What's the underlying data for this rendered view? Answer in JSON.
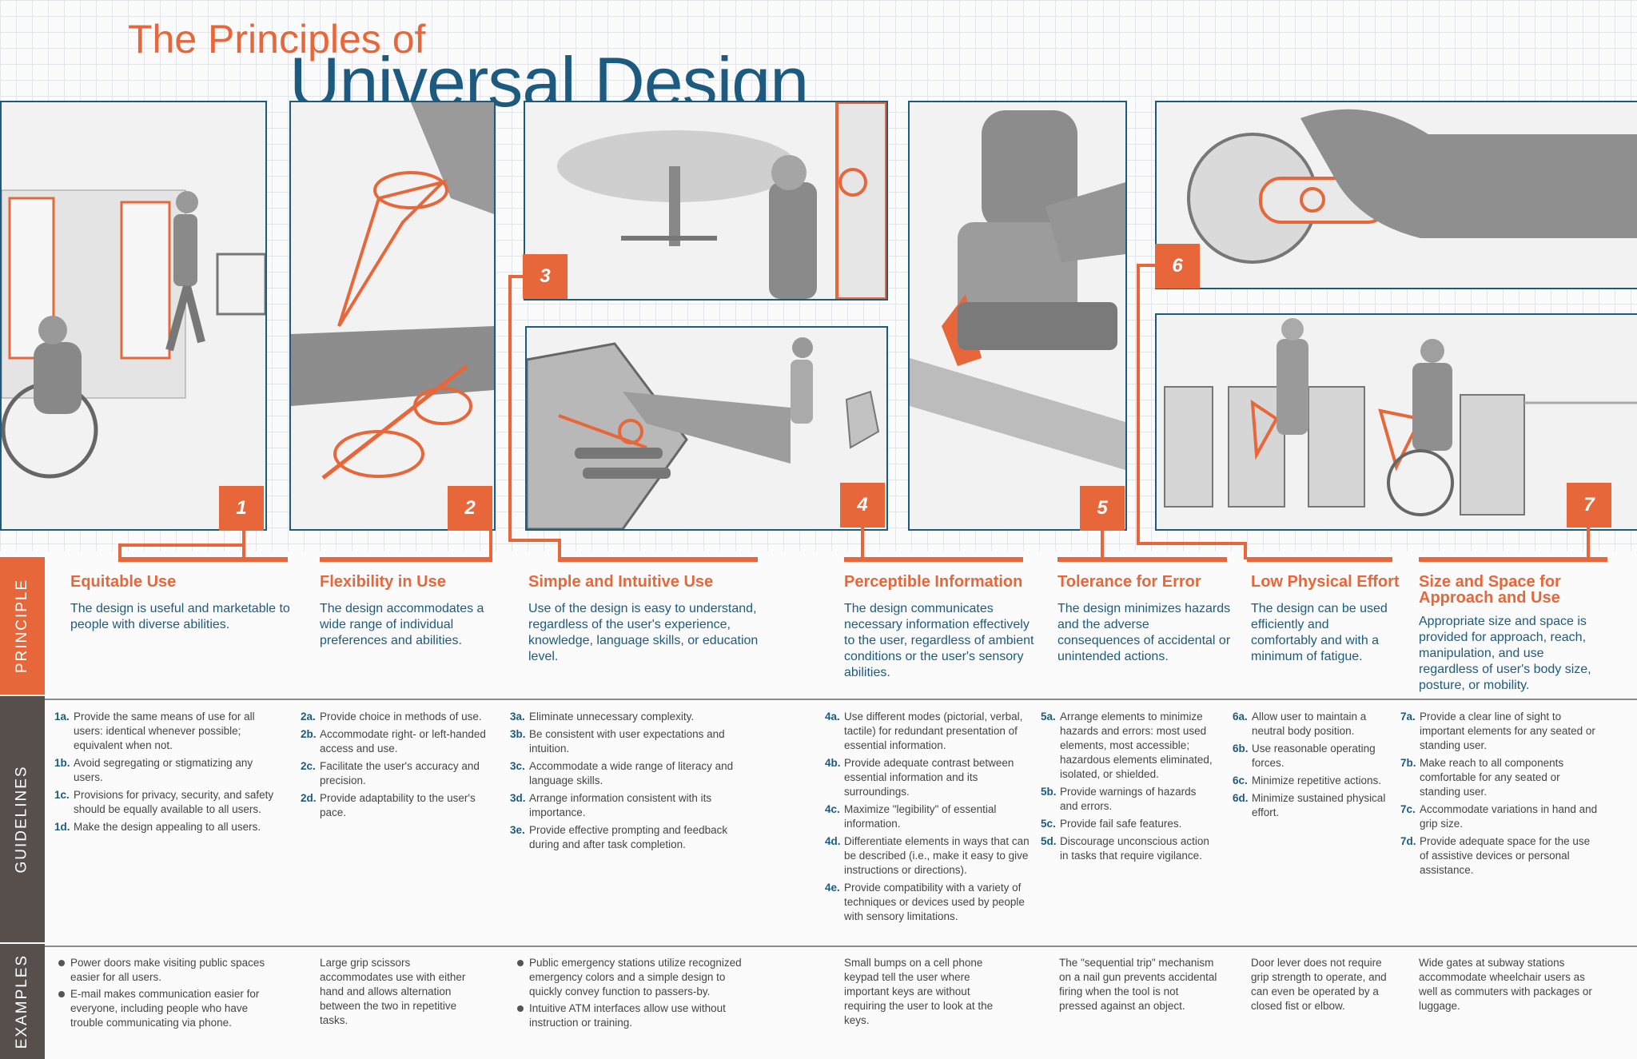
{
  "header": {
    "title_line1": "The Principles of",
    "title_line2": "Universal Design"
  },
  "sidebar": {
    "principle": "PRINCIPLE",
    "guidelines": "GUIDELINES",
    "examples": "EXAMPLES"
  },
  "colors": {
    "accent": "#e8673a",
    "blue": "#1d5a80",
    "sidebar_dark": "#574f4c"
  },
  "principles": [
    {
      "number": "1",
      "title": "Equitable Use",
      "description": "The design is useful and marketable to people with diverse abilities.",
      "guidelines": [
        {
          "key": "1a.",
          "text": "Provide the same means of use for all users: identical whenever possible; equivalent when not."
        },
        {
          "key": "1b.",
          "text": "Avoid segregating or stigmatizing any users."
        },
        {
          "key": "1c.",
          "text": "Provisions for privacy, security, and safety should be equally available to all users."
        },
        {
          "key": "1d.",
          "text": "Make the design appealing to all users."
        }
      ],
      "examples": [
        "Power doors make visiting public spaces easier for all users.",
        "E-mail makes communication easier for everyone, including people who have trouble communicating via phone."
      ]
    },
    {
      "number": "2",
      "title": "Flexibility in Use",
      "description": "The design accommodates a wide range of individual preferences and abilities.",
      "guidelines": [
        {
          "key": "2a.",
          "text": "Provide choice in methods of use."
        },
        {
          "key": "2b.",
          "text": "Accommodate right- or left-handed access and use."
        },
        {
          "key": "2c.",
          "text": "Facilitate the user's accuracy and precision."
        },
        {
          "key": "2d.",
          "text": "Provide adaptability to the user's pace."
        }
      ],
      "examples": [
        "Large grip scissors accommodates use with either hand and allows alternation between the two in repetitive tasks."
      ]
    },
    {
      "number": "3",
      "title": "Simple and Intuitive Use",
      "description": "Use of the design is easy to understand, regardless of the user's experience, knowledge, language skills, or education level.",
      "guidelines": [
        {
          "key": "3a.",
          "text": "Eliminate unnecessary complexity."
        },
        {
          "key": "3b.",
          "text": "Be consistent with user expectations and intuition."
        },
        {
          "key": "3c.",
          "text": "Accommodate a wide range of literacy and language skills."
        },
        {
          "key": "3d.",
          "text": "Arrange information consistent with its importance."
        },
        {
          "key": "3e.",
          "text": "Provide effective prompting and feedback during and after task completion."
        }
      ],
      "examples": [
        "Public emergency stations utilize recognized emergency colors and a simple design to quickly convey function to passers-by.",
        "Intuitive ATM interfaces allow use without instruction or training."
      ]
    },
    {
      "number": "4",
      "title": "Perceptible Information",
      "description": "The design communicates necessary information effectively to the user, regardless of ambient conditions or the user's sensory abilities.",
      "guidelines": [
        {
          "key": "4a.",
          "text": "Use different modes (pictorial, verbal, tactile) for redundant presentation of essential information."
        },
        {
          "key": "4b.",
          "text": "Provide adequate contrast between essential information and its surroundings."
        },
        {
          "key": "4c.",
          "text": "Maximize \"legibility\" of essential information."
        },
        {
          "key": "4d.",
          "text": "Differentiate elements in ways that can be described (i.e., make it easy to give instructions or directions)."
        },
        {
          "key": "4e.",
          "text": "Provide compatibility with a variety of techniques or devices used by people with sensory limitations."
        }
      ],
      "examples": [
        "Small bumps on a cell phone keypad tell the user where important keys are without requiring the user to look at the keys."
      ]
    },
    {
      "number": "5",
      "title": "Tolerance for Error",
      "description": "The design minimizes hazards and the adverse consequences of accidental or unintended actions.",
      "guidelines": [
        {
          "key": "5a.",
          "text": "Arrange elements to minimize hazards and errors: most used elements, most accessible; hazardous elements eliminated, isolated, or shielded."
        },
        {
          "key": "5b.",
          "text": "Provide warnings of hazards and errors."
        },
        {
          "key": "5c.",
          "text": "Provide fail safe features."
        },
        {
          "key": "5d.",
          "text": "Discourage unconscious action in tasks that require vigilance."
        }
      ],
      "examples": [
        "The \"sequential trip\" mechanism on a nail gun prevents accidental firing when the tool is not pressed against an object."
      ]
    },
    {
      "number": "6",
      "title": "Low Physical Effort",
      "description": "The design can be used efficiently and comfortably and with a minimum of fatigue.",
      "guidelines": [
        {
          "key": "6a.",
          "text": "Allow user to maintain a neutral body position."
        },
        {
          "key": "6b.",
          "text": "Use reasonable operating forces."
        },
        {
          "key": "6c.",
          "text": "Minimize repetitive actions."
        },
        {
          "key": "6d.",
          "text": "Minimize sustained physical effort."
        }
      ],
      "examples": [
        "Door lever does not require grip strength to operate, and can even be operated by a closed fist or elbow."
      ]
    },
    {
      "number": "7",
      "title": "Size and Space for Approach and Use",
      "description": "Appropriate size and space is provided for approach, reach, manipulation, and use regardless of user's body size, posture, or mobility.",
      "guidelines": [
        {
          "key": "7a.",
          "text": "Provide a clear line of sight to important elements for any seated or standing user."
        },
        {
          "key": "7b.",
          "text": "Make reach to all components comfortable for any seated or standing user."
        },
        {
          "key": "7c.",
          "text": "Accommodate variations in hand and grip size."
        },
        {
          "key": "7d.",
          "text": "Provide adequate space for the use of assistive devices or personal assistance."
        }
      ],
      "examples": [
        "Wide gates at subway stations accommodate wheelchair users as well as commuters with packages or luggage."
      ]
    }
  ]
}
